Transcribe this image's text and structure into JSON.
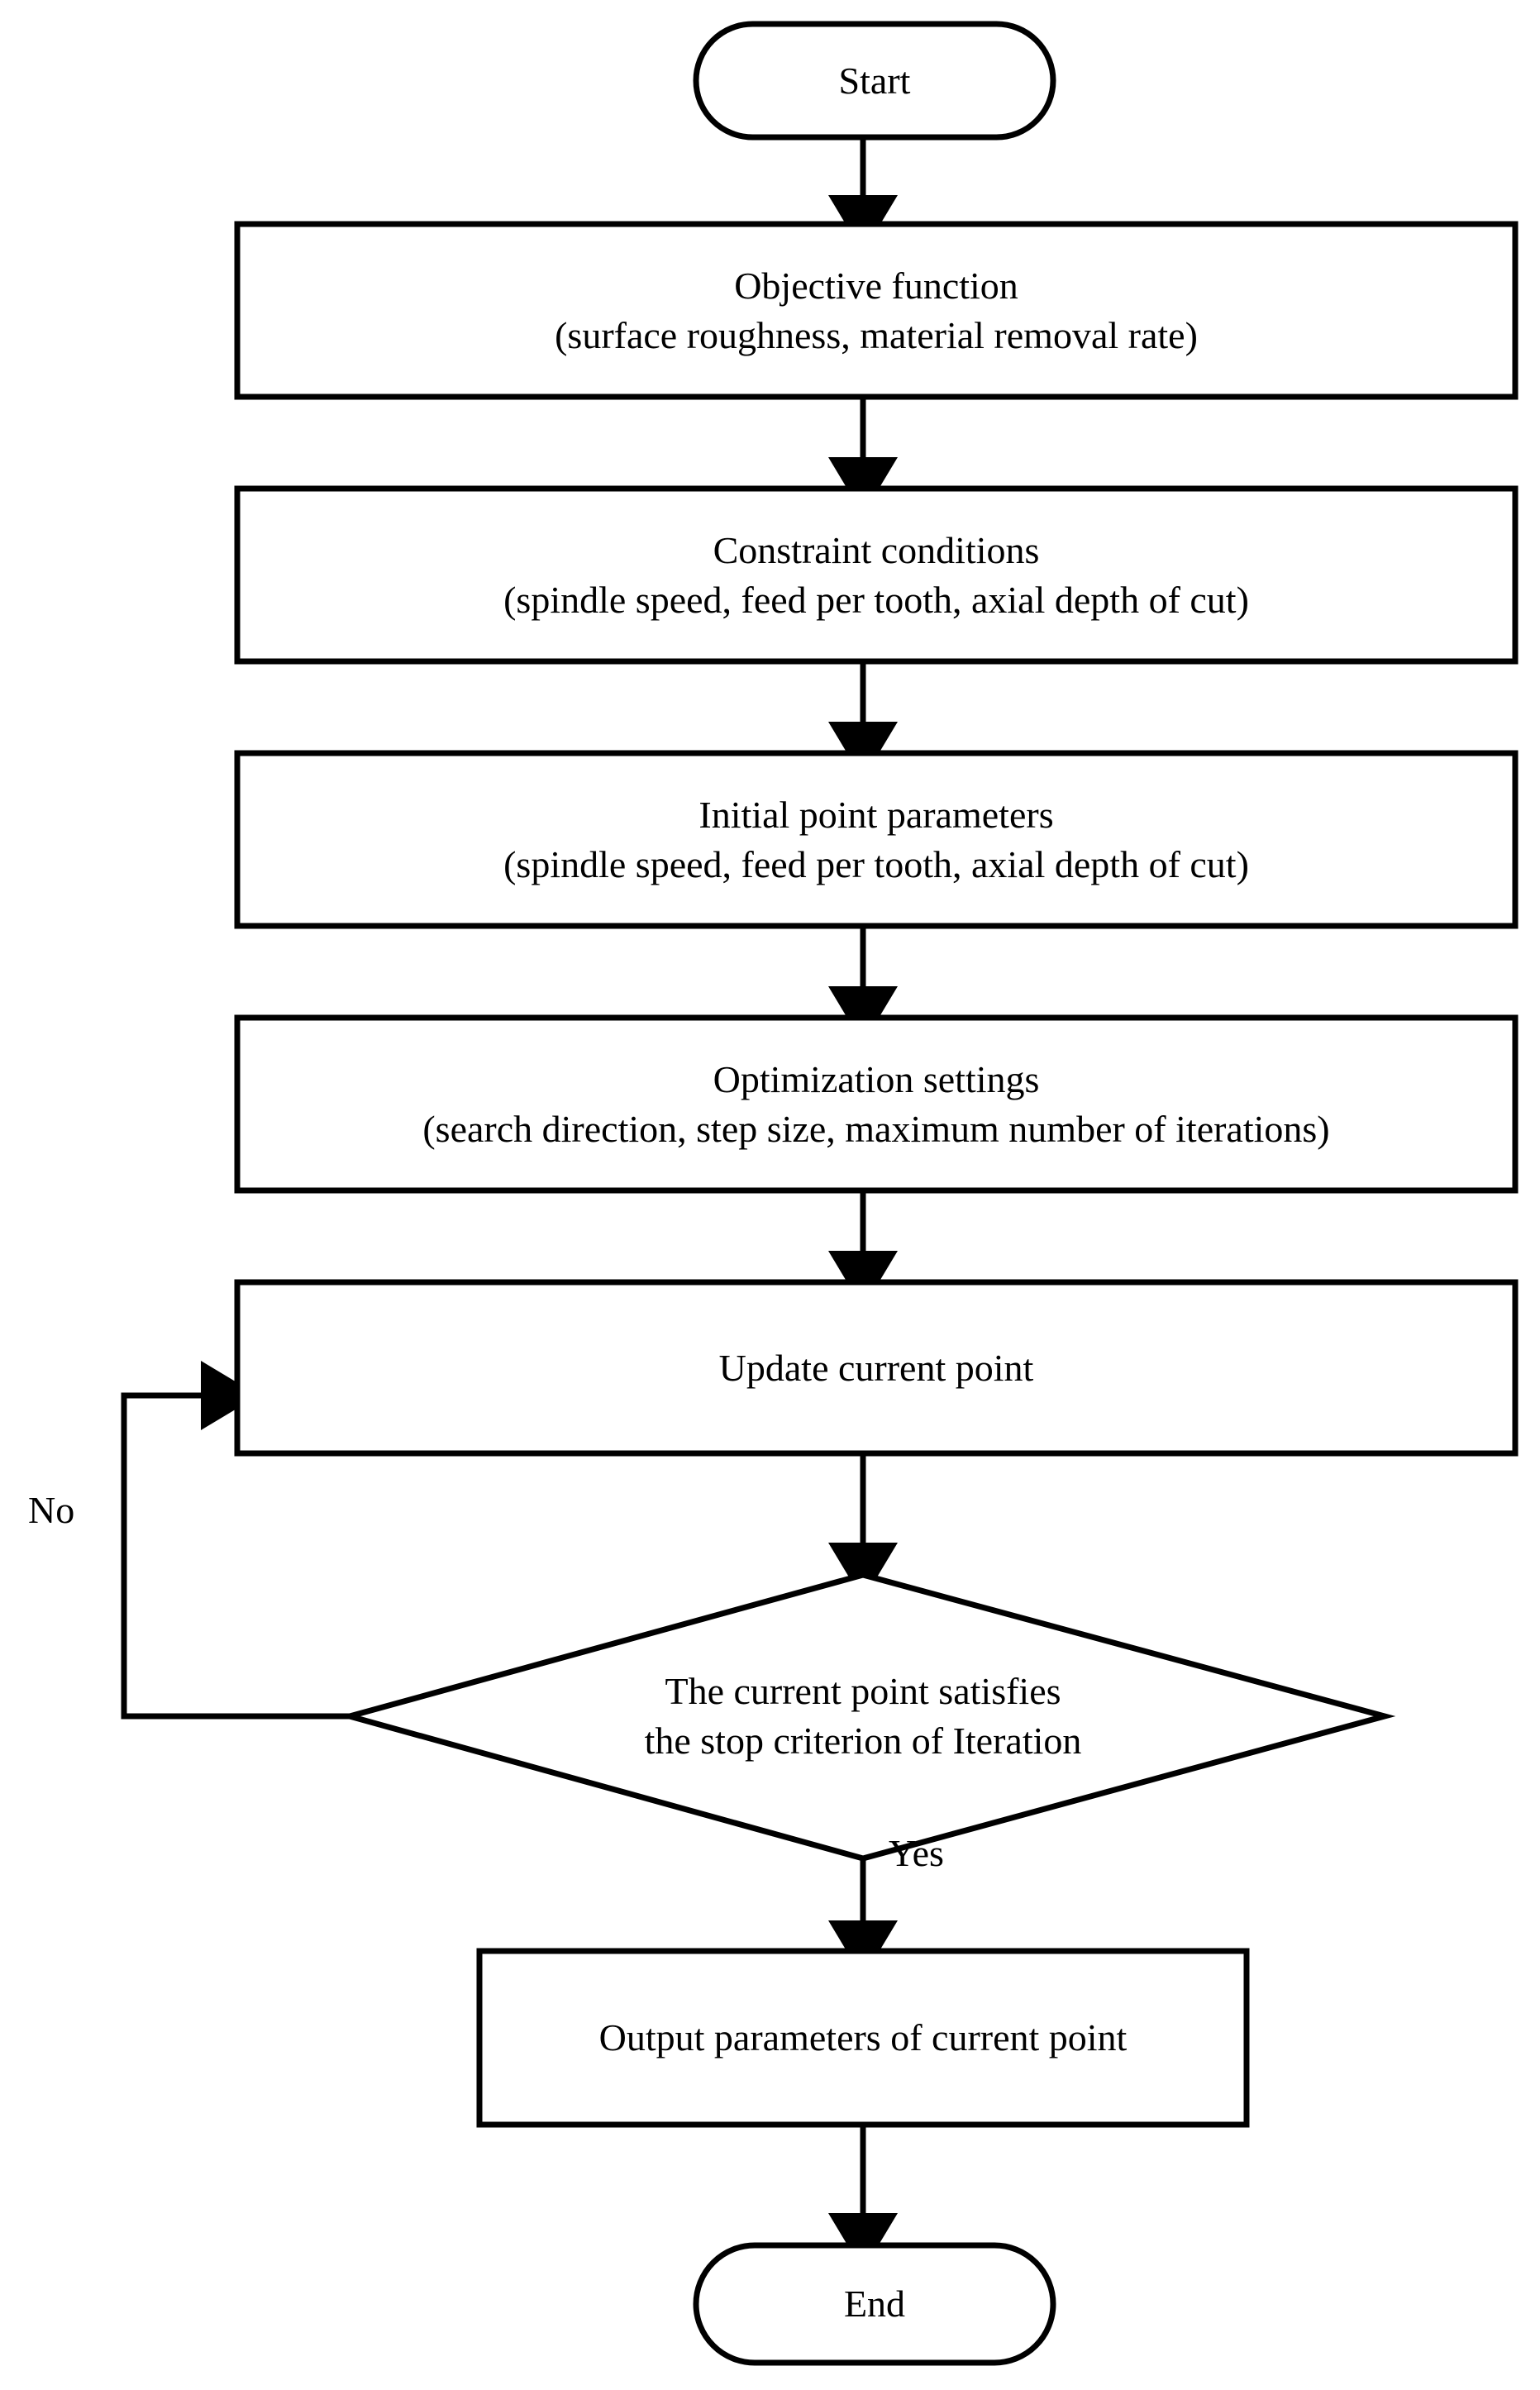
{
  "diagram": {
    "title": "Optimization algorithm flowchart",
    "background_color": "#ffffff",
    "stroke_color": "#000000",
    "text_color": "#000000",
    "nodes": [
      {
        "id": "start",
        "shape": "terminal",
        "lines": [
          "Start"
        ]
      },
      {
        "id": "objective",
        "shape": "process",
        "lines": [
          "Objective function",
          "(surface roughness, material removal rate)"
        ]
      },
      {
        "id": "constraints",
        "shape": "process",
        "lines": [
          "Constraint conditions",
          "(spindle speed, feed per tooth, axial depth of cut)"
        ]
      },
      {
        "id": "initial",
        "shape": "process",
        "lines": [
          "Initial point parameters",
          "(spindle speed, feed per tooth, axial depth of cut)"
        ]
      },
      {
        "id": "settings",
        "shape": "process",
        "lines": [
          "Optimization settings",
          "(search direction, step size, maximum number of iterations)"
        ]
      },
      {
        "id": "update",
        "shape": "process",
        "lines": [
          "Update current point"
        ]
      },
      {
        "id": "decision",
        "shape": "decision",
        "lines": [
          "The current point satisfies",
          "the stop criterion of Iteration"
        ]
      },
      {
        "id": "output",
        "shape": "process",
        "lines": [
          "Output parameters of current point"
        ]
      },
      {
        "id": "end",
        "shape": "terminal",
        "lines": [
          "End"
        ]
      }
    ],
    "edge_labels": {
      "no": "No",
      "yes": "Yes"
    }
  }
}
